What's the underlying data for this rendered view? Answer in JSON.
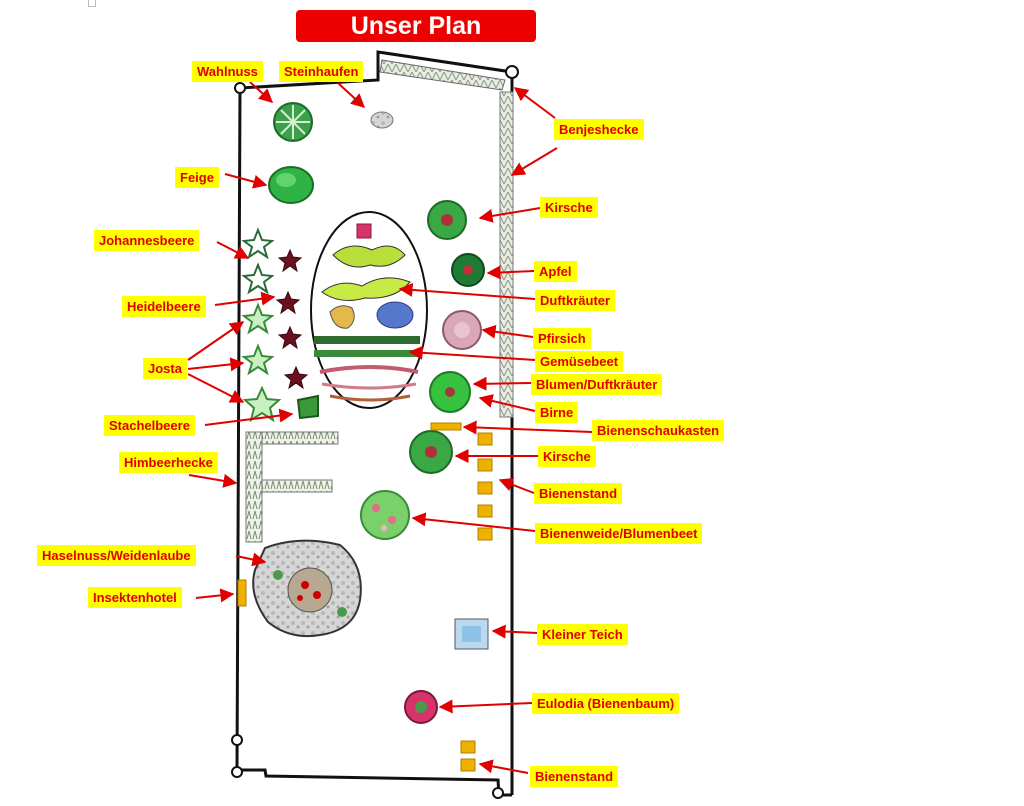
{
  "title": "Unser Plan",
  "labels": {
    "wahlnuss": "Wahlnuss",
    "steinhaufen": "Steinhaufen",
    "benjeshecke": "Benjeshecke",
    "feige": "Feige",
    "kirsche_top": "Kirsche",
    "johannesbeere": "Johannesbeere",
    "apfel": "Apfel",
    "duftkraeuter": "Duftkräuter",
    "heidelbeere": "Heidelbeere",
    "pfirsich": "Pfirsich",
    "josta": "Josta",
    "gemuesebeet": "Gemüsebeet",
    "blumen_duftkraeuter": "Blumen/Duftkräuter",
    "birne": "Birne",
    "stachelbeere": "Stachelbeere",
    "bienenschaukasten": "Bienenschaukasten",
    "himbeerhecke": "Himbeerhecke",
    "kirsche_mid": "Kirsche",
    "bienenstand_mid": "Bienenstand",
    "bienenweide": "Bienenweide/Blumenbeet",
    "haselnuss": "Haselnuss/Weidenlaube",
    "insektenhotel": "Insektenhotel",
    "kleiner_teich": "Kleiner Teich",
    "eulodia": "Eulodia (Bienenbaum)",
    "bienenstand_bottom": "Bienenstand"
  },
  "colors": {
    "label_bg": "#ffff00",
    "label_text": "#e00000",
    "title_bg": "#ee0000",
    "arrow": "#e00000",
    "beehive": "#f0b000"
  }
}
